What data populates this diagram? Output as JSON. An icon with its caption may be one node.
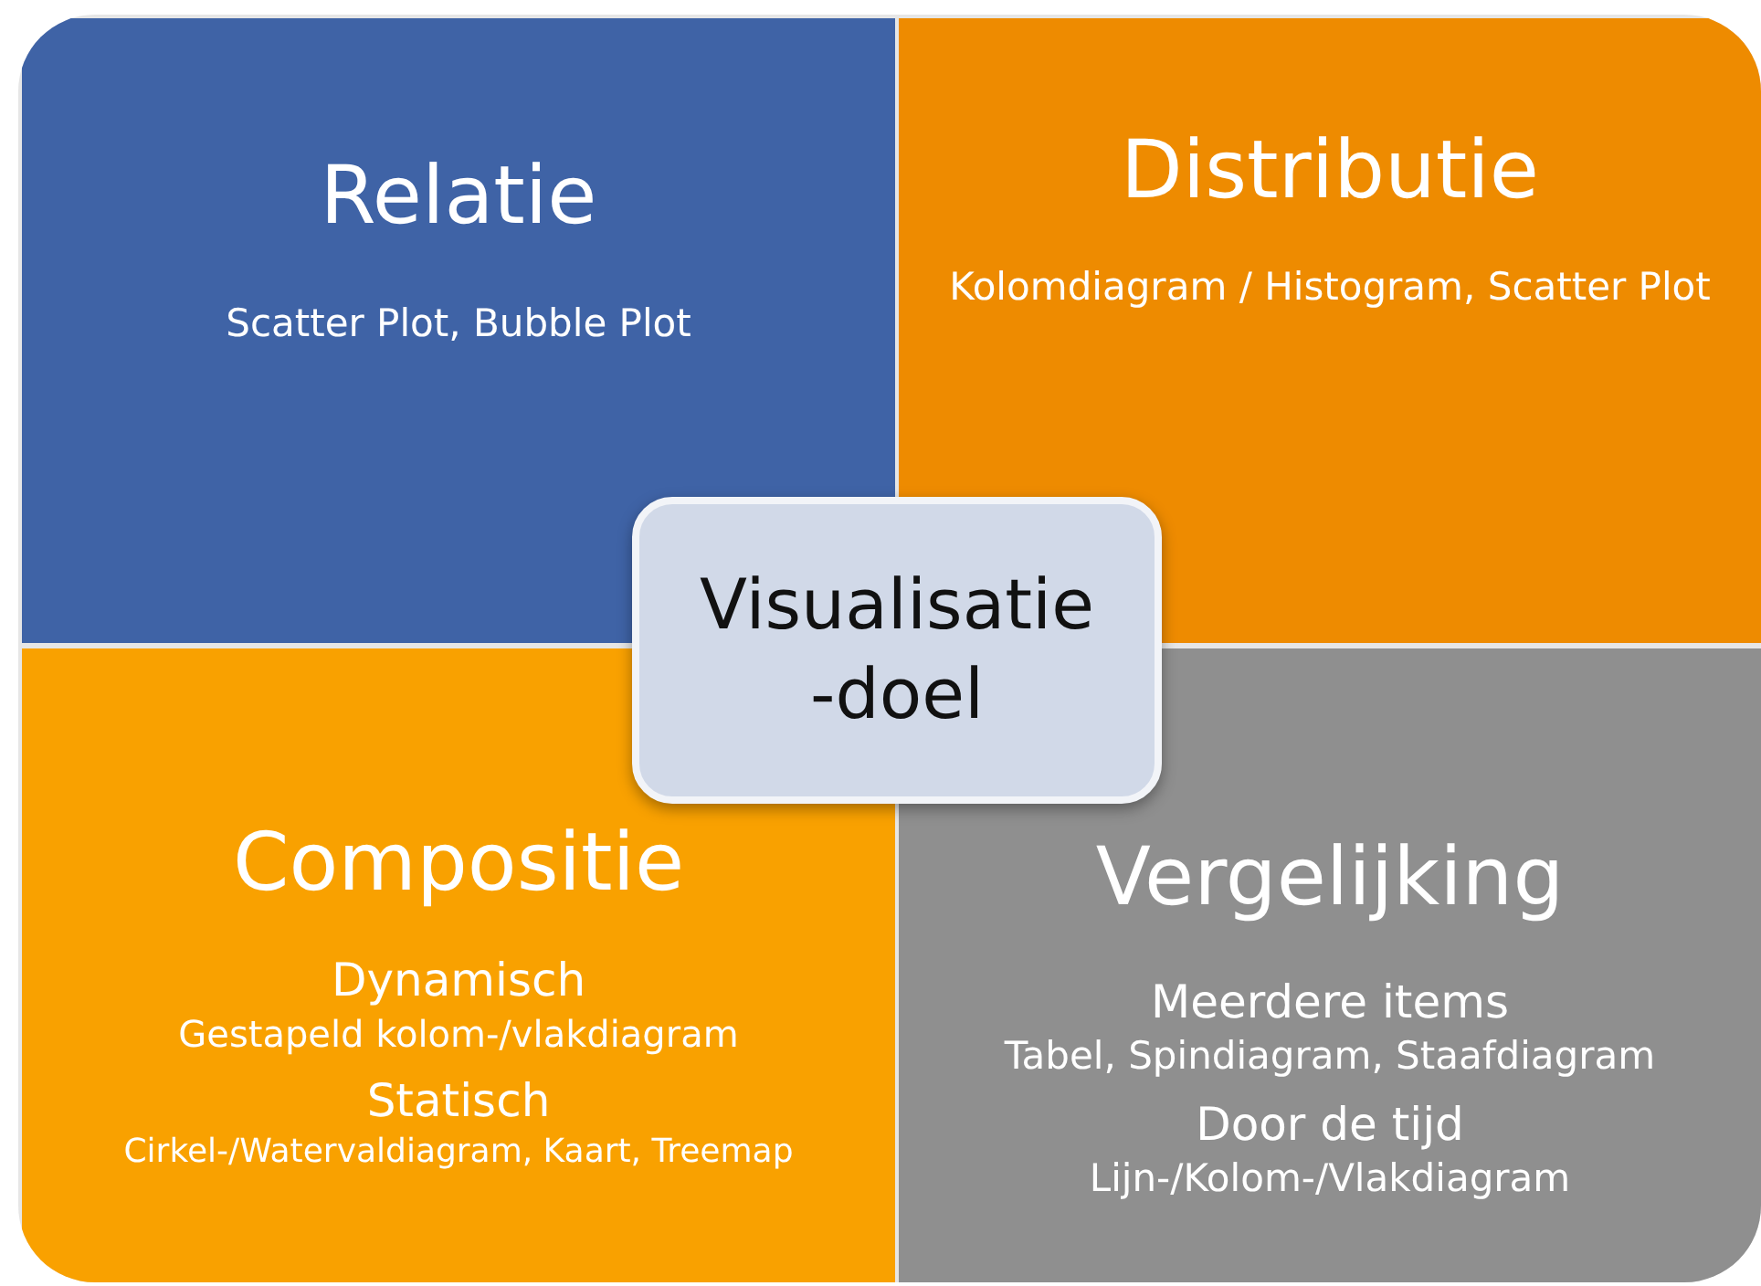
{
  "diagram": {
    "nodes": [
      {
        "text": [
          "Relatie",
          "Scatter Plot, Bubble Plot"
        ]
      },
      {
        "text": [
          "Distributie",
          "Kolomdiagram / Histogram, Scatter Plot"
        ]
      },
      {
        "text": [
          "Compositie",
          "Dynamisch",
          "Gestapeld kolom-/vlakdiagram",
          "Statisch",
          "Cirkel-/Watervaldiagram, Kaart, Treemap"
        ]
      },
      {
        "text": [
          "Vergelijking",
          "Meerdere items",
          "Tabel, Spindiagram, Staafdiagram",
          "Door de tijd",
          "Lijn-/Kolom-/Vlakdiagram"
        ]
      },
      {
        "text": [
          "Visualisatie -doel"
        ]
      }
    ]
  }
}
